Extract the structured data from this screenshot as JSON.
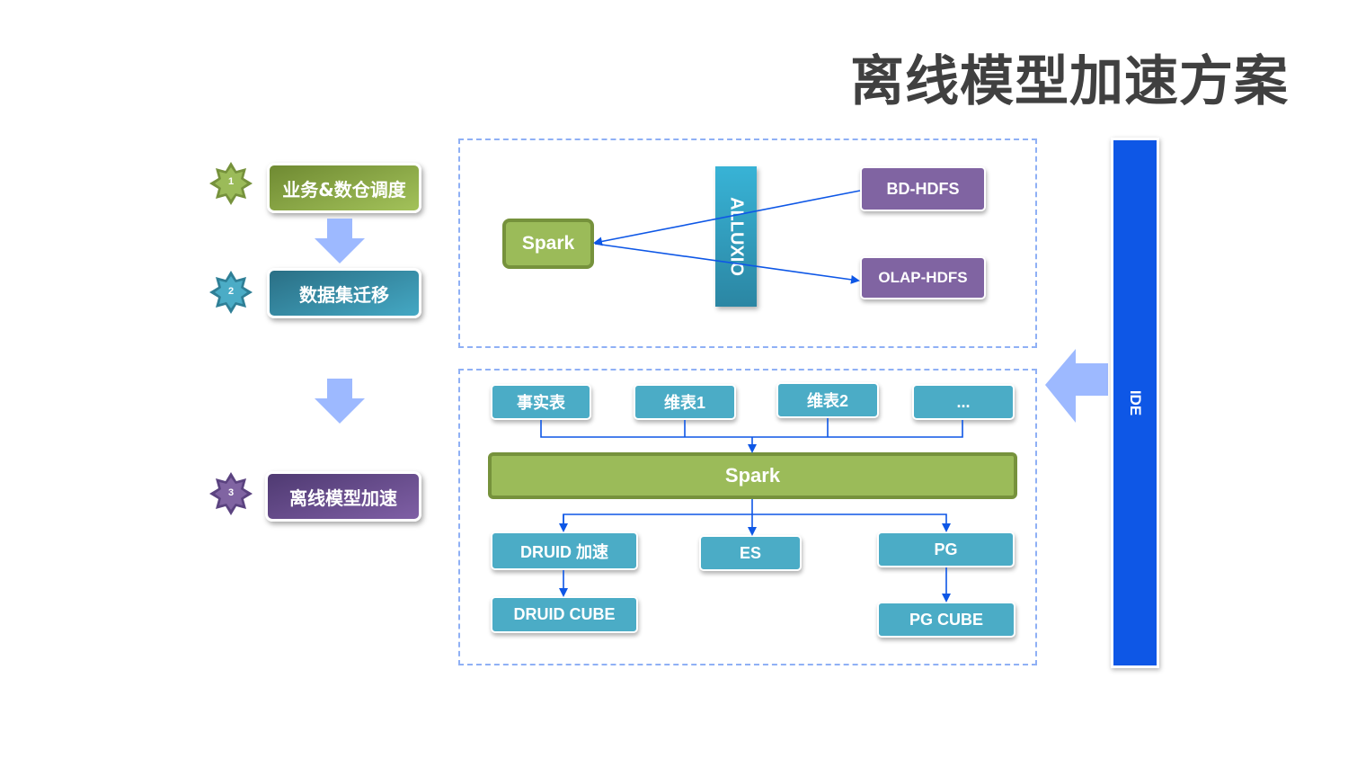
{
  "title": "离线模型加速方案",
  "steps": [
    {
      "number": "1",
      "label": "业务&数仓调度",
      "color": "#8aa845"
    },
    {
      "number": "2",
      "label": "数据集迁移",
      "color": "#3b96b0"
    },
    {
      "number": "3",
      "label": "离线模型加速",
      "color": "#6a4e8f"
    }
  ],
  "top_panel": {
    "spark": "Spark",
    "alluxio": "ALLUXIO",
    "sources": [
      "BD-HDFS",
      "OLAP-HDFS"
    ]
  },
  "bottom_panel": {
    "tables": [
      "事实表",
      "维表1",
      "维表2",
      "..."
    ],
    "spark": "Spark",
    "outputs": [
      "DRUID 加速",
      "ES",
      "PG"
    ],
    "cubes": [
      "DRUID CUBE",
      "PG CUBE"
    ]
  },
  "ide": "IDE",
  "colors": {
    "accent_blue": "#0e57e6",
    "arrow_light": "#9db9ff",
    "teal": "#4bacc6",
    "purple": "#8064a2",
    "green": "#9bbb59"
  }
}
